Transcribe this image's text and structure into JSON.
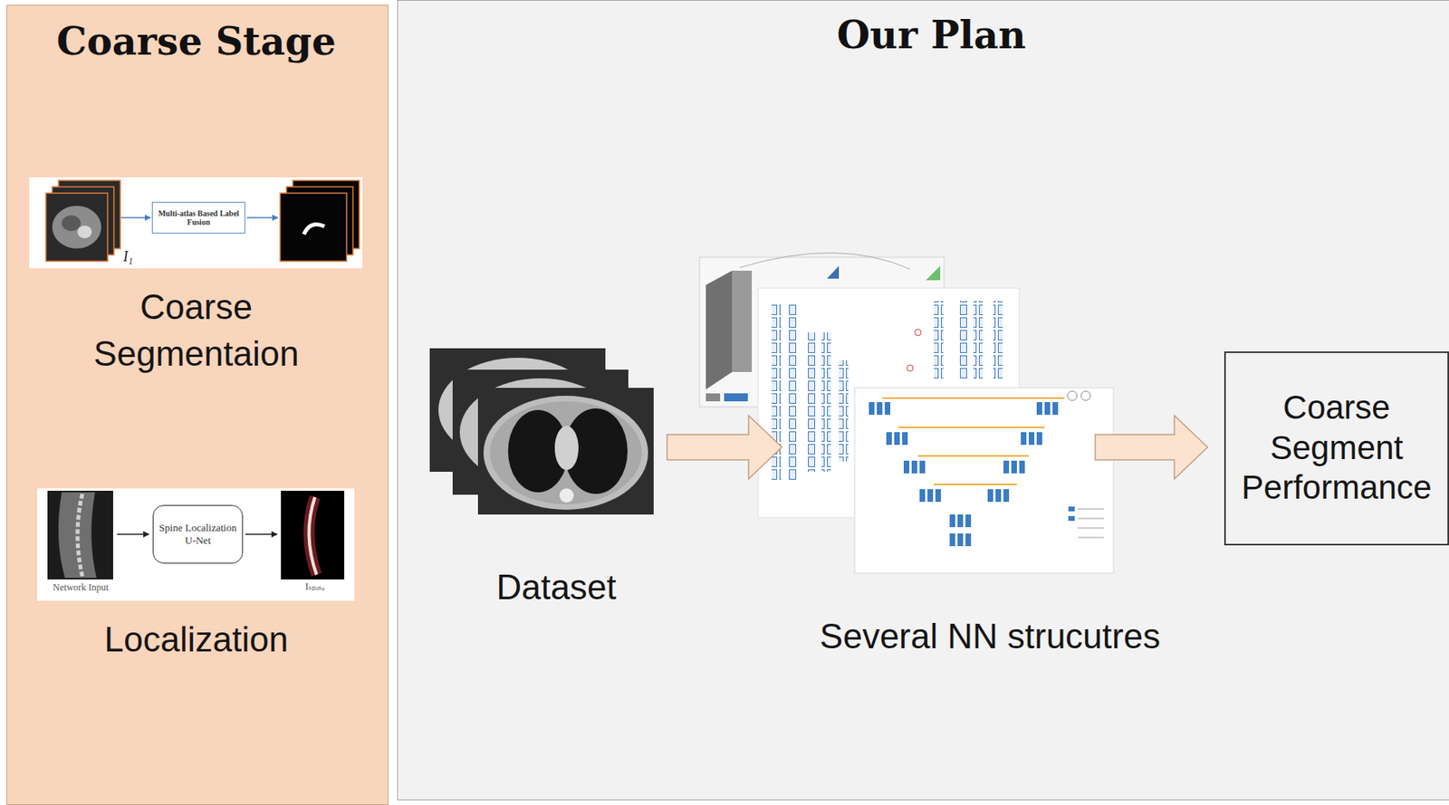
{
  "diagram": {
    "nodes": [
      {
        "text": [
          "Coarse Stage"
        ]
      },
      {
        "text": [
          "Multi-atlas Based Label Fusion"
        ],
        "in": 0
      },
      {
        "text": [
          "Spine Localization U-Net"
        ],
        "in": 0
      },
      {
        "text": [
          "Our Plan"
        ]
      },
      {
        "text": [
          "Dataset"
        ],
        "in": 3
      },
      {
        "text": [
          "Several NN strucutres"
        ],
        "in": 3
      },
      {
        "text": [
          "Coarse Segment Performance"
        ],
        "in": 3
      }
    ],
    "edges": [
      {
        "from": 4,
        "to": 5,
        "arrow": "to"
      },
      {
        "from": 5,
        "to": 6,
        "arrow": "to"
      }
    ],
    "labels": [
      "I₁",
      "Coarse Segmentaion",
      "Network Input",
      "Iₛₚᵢₙₑ",
      "Localization"
    ]
  }
}
